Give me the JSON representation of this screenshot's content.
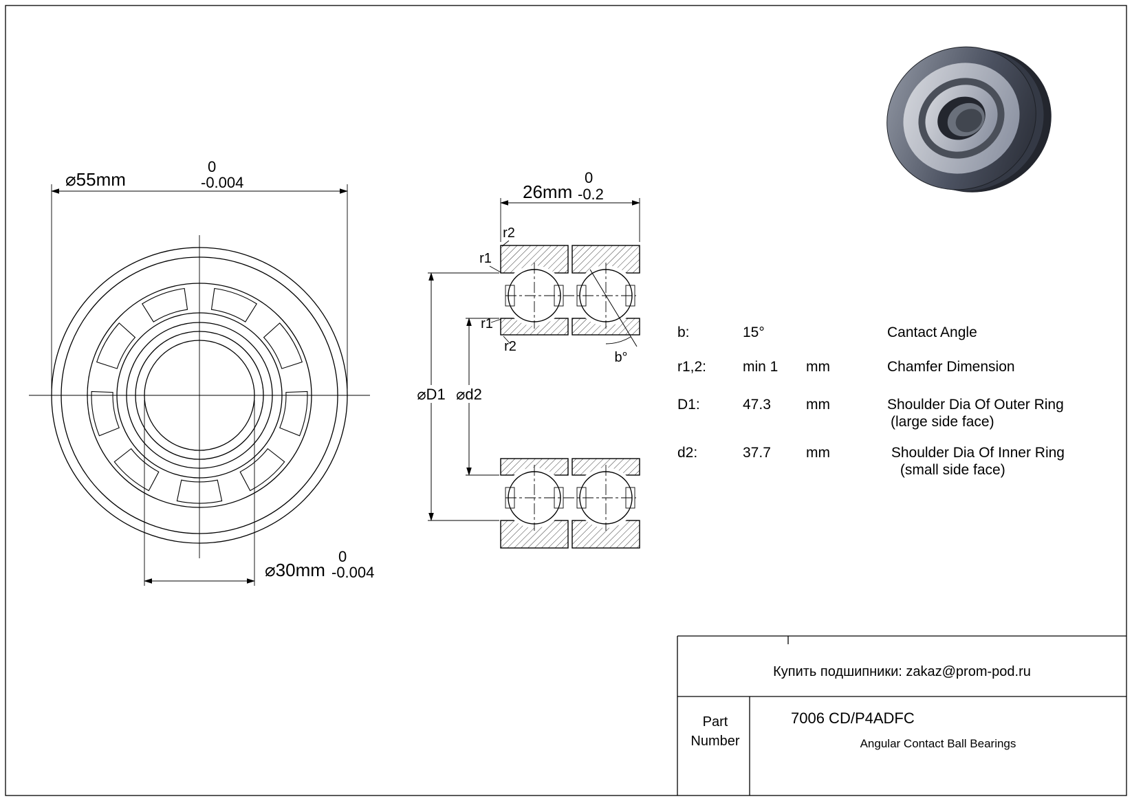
{
  "front_view": {
    "dim_outer": {
      "value": "⌀55mm",
      "tol_top": "0",
      "tol_bottom": "-0.004"
    },
    "dim_bore": {
      "value": "⌀30mm",
      "tol_top": "0",
      "tol_bottom": "-0.004"
    }
  },
  "section_view": {
    "dim_width": {
      "value": "26mm",
      "tol_top": "0",
      "tol_bottom": "-0.2"
    },
    "labels": {
      "r2_top": "r2",
      "r1_top": "r1",
      "r1_mid": "r1",
      "r2_mid": "r2",
      "d1": "⌀D1",
      "d2": "⌀d2",
      "angle": "b°"
    }
  },
  "specs": {
    "rows": [
      {
        "key": "b:",
        "value": "15°",
        "unit": "",
        "desc1": "Cantact Angle",
        "desc2": ""
      },
      {
        "key": "r1,2:",
        "value": "min 1",
        "unit": "mm",
        "desc1": "Chamfer Dimension",
        "desc2": ""
      },
      {
        "key": "D1:",
        "value": "47.3",
        "unit": "mm",
        "desc1": "Shoulder Dia Of Outer Ring",
        "desc2": "(large side face)"
      },
      {
        "key": "d2:",
        "value": "37.7",
        "unit": "mm",
        "desc1": " Shoulder Dia Of Inner Ring",
        "desc2": " (small side face)"
      }
    ]
  },
  "title_block": {
    "contact": "Купить подшипники: zakaz@prom-pod.ru",
    "part_label_line1": "Part",
    "part_label_line2": "Number",
    "part_number": "7006 CD/P4ADFC",
    "part_type": "Angular Contact Ball Bearings"
  }
}
